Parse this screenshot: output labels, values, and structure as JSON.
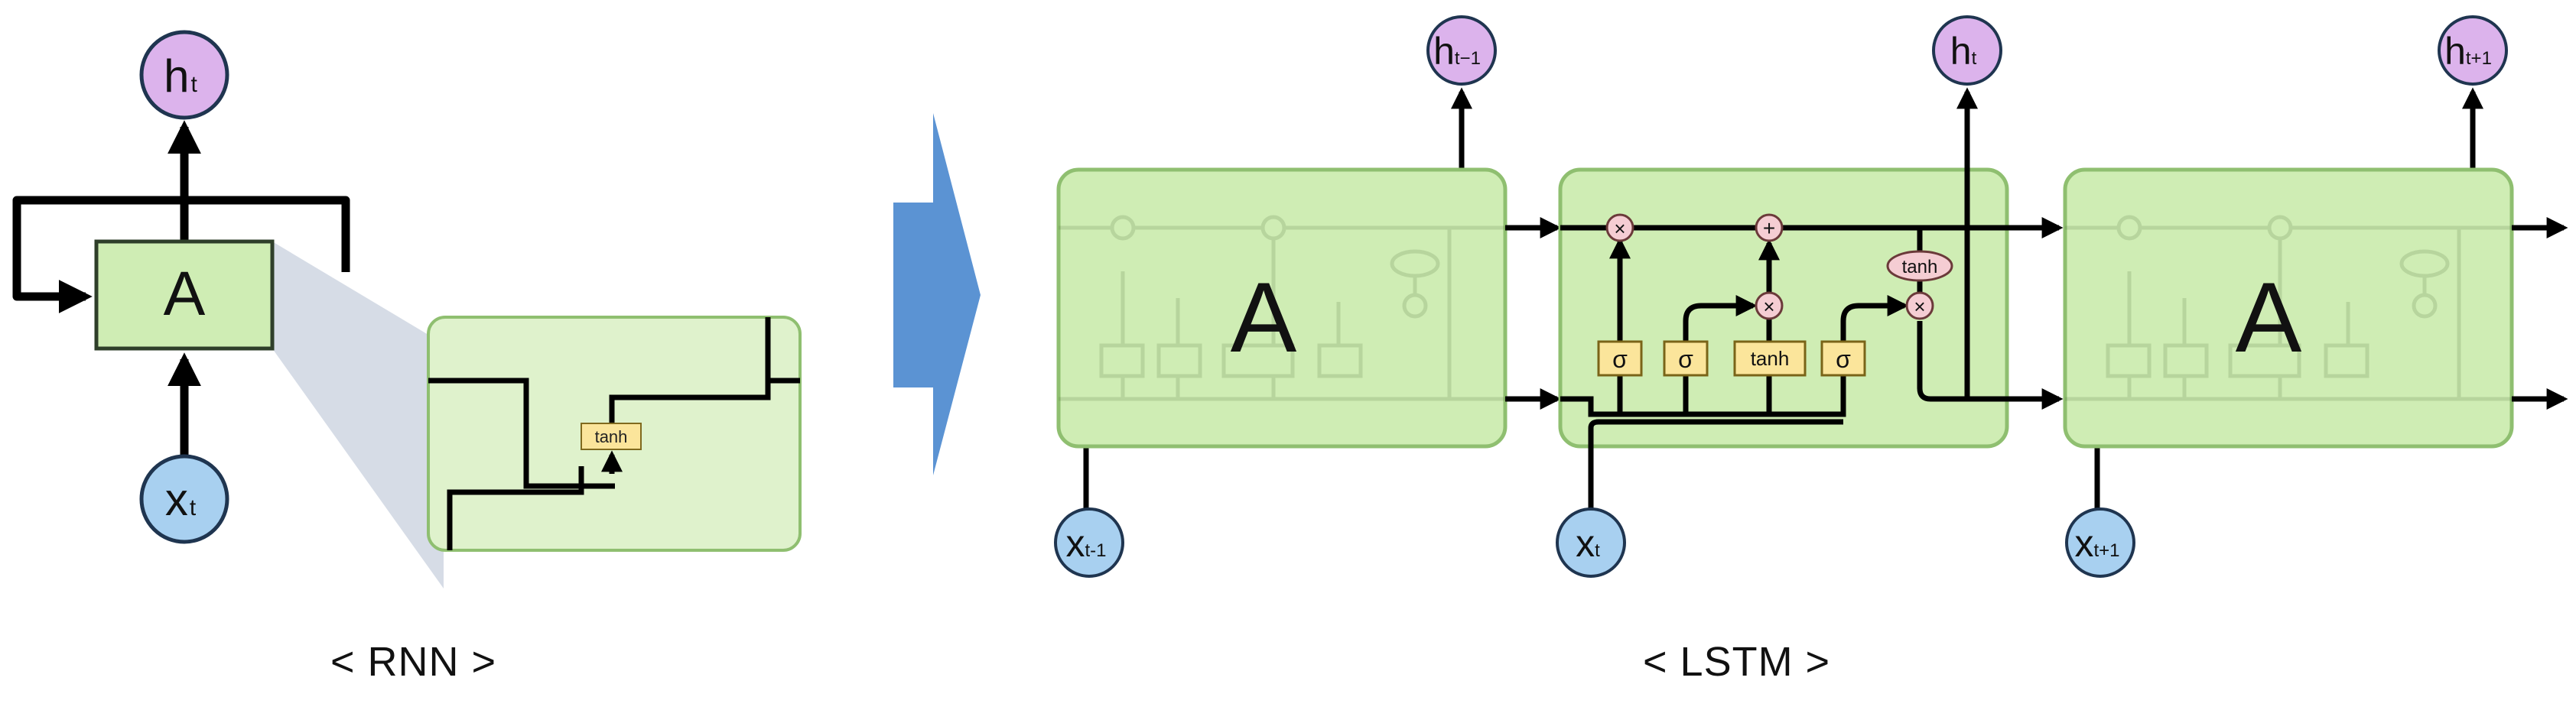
{
  "rnn": {
    "cell_label": "A",
    "output": {
      "base": "h",
      "sub": "t"
    },
    "input": {
      "base": "x",
      "sub": "t"
    },
    "zoom_op_label": "tanh",
    "caption": "< RNN >"
  },
  "lstm": {
    "faded_label": "A",
    "outputs": [
      {
        "base": "h",
        "sub": "t−1"
      },
      {
        "base": "h",
        "sub": "t"
      },
      {
        "base": "h",
        "sub": "t+1"
      }
    ],
    "inputs": [
      {
        "base": "x",
        "sub": "t-1"
      },
      {
        "base": "x",
        "sub": "t"
      },
      {
        "base": "x",
        "sub": "t+1"
      }
    ],
    "gates": [
      "σ",
      "σ",
      "tanh",
      "σ"
    ],
    "pointwise": {
      "multiply": "×",
      "add": "+",
      "tanh": "tanh"
    },
    "caption": "< LSTM >"
  },
  "colors": {
    "cell_fill": "#cfedb4",
    "cell_stroke": "#8fbf70",
    "output_node": "#dcb3ec",
    "input_node": "#a8d0f0",
    "node_stroke": "#1f3550",
    "gate_fill": "#fbe59b",
    "pointwise_fill": "#f5cdd3",
    "arrow_big": "#5b93d3",
    "zoom_wedge": "#c8d0de"
  }
}
